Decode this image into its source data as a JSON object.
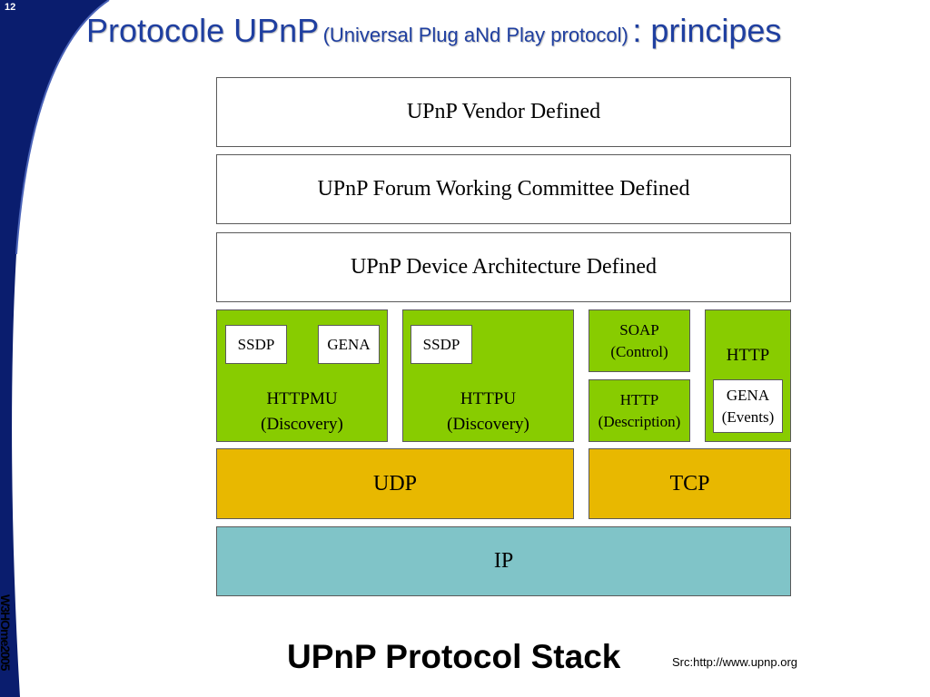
{
  "slide": {
    "number": "12",
    "title_main": "Protocole UPnP",
    "title_paren": "(Universal Plug aNd Play protocol)",
    "title_suffix": ": principes",
    "side_label": "W3HOme2005"
  },
  "diagram": {
    "vendor": "UPnP Vendor Defined",
    "forum": "UPnP Forum Working Committee Defined",
    "device_arch": "UPnP Device Architecture Defined",
    "httpmu": {
      "ssdp": "SSDP",
      "gena": "GENA",
      "name": "HTTPMU",
      "role": "(Discovery)"
    },
    "httpu": {
      "ssdp": "SSDP",
      "name": "HTTPU",
      "role": "(Discovery)"
    },
    "soap": {
      "name": "SOAP",
      "role": "(Control)"
    },
    "http_desc": {
      "name": "HTTP",
      "role": "(Description)"
    },
    "http_events": {
      "name": "HTTP",
      "gena": "GENA",
      "role": "(Events)"
    },
    "udp": "UDP",
    "tcp": "TCP",
    "ip": "IP"
  },
  "caption": "UPnP Protocol Stack",
  "source": "Src:http://www.upnp.org",
  "colors": {
    "title": "#1f3fa0",
    "navy": "#0a1d6e",
    "green": "#88cc00",
    "gold": "#e8b800",
    "teal": "#80c4c8"
  }
}
